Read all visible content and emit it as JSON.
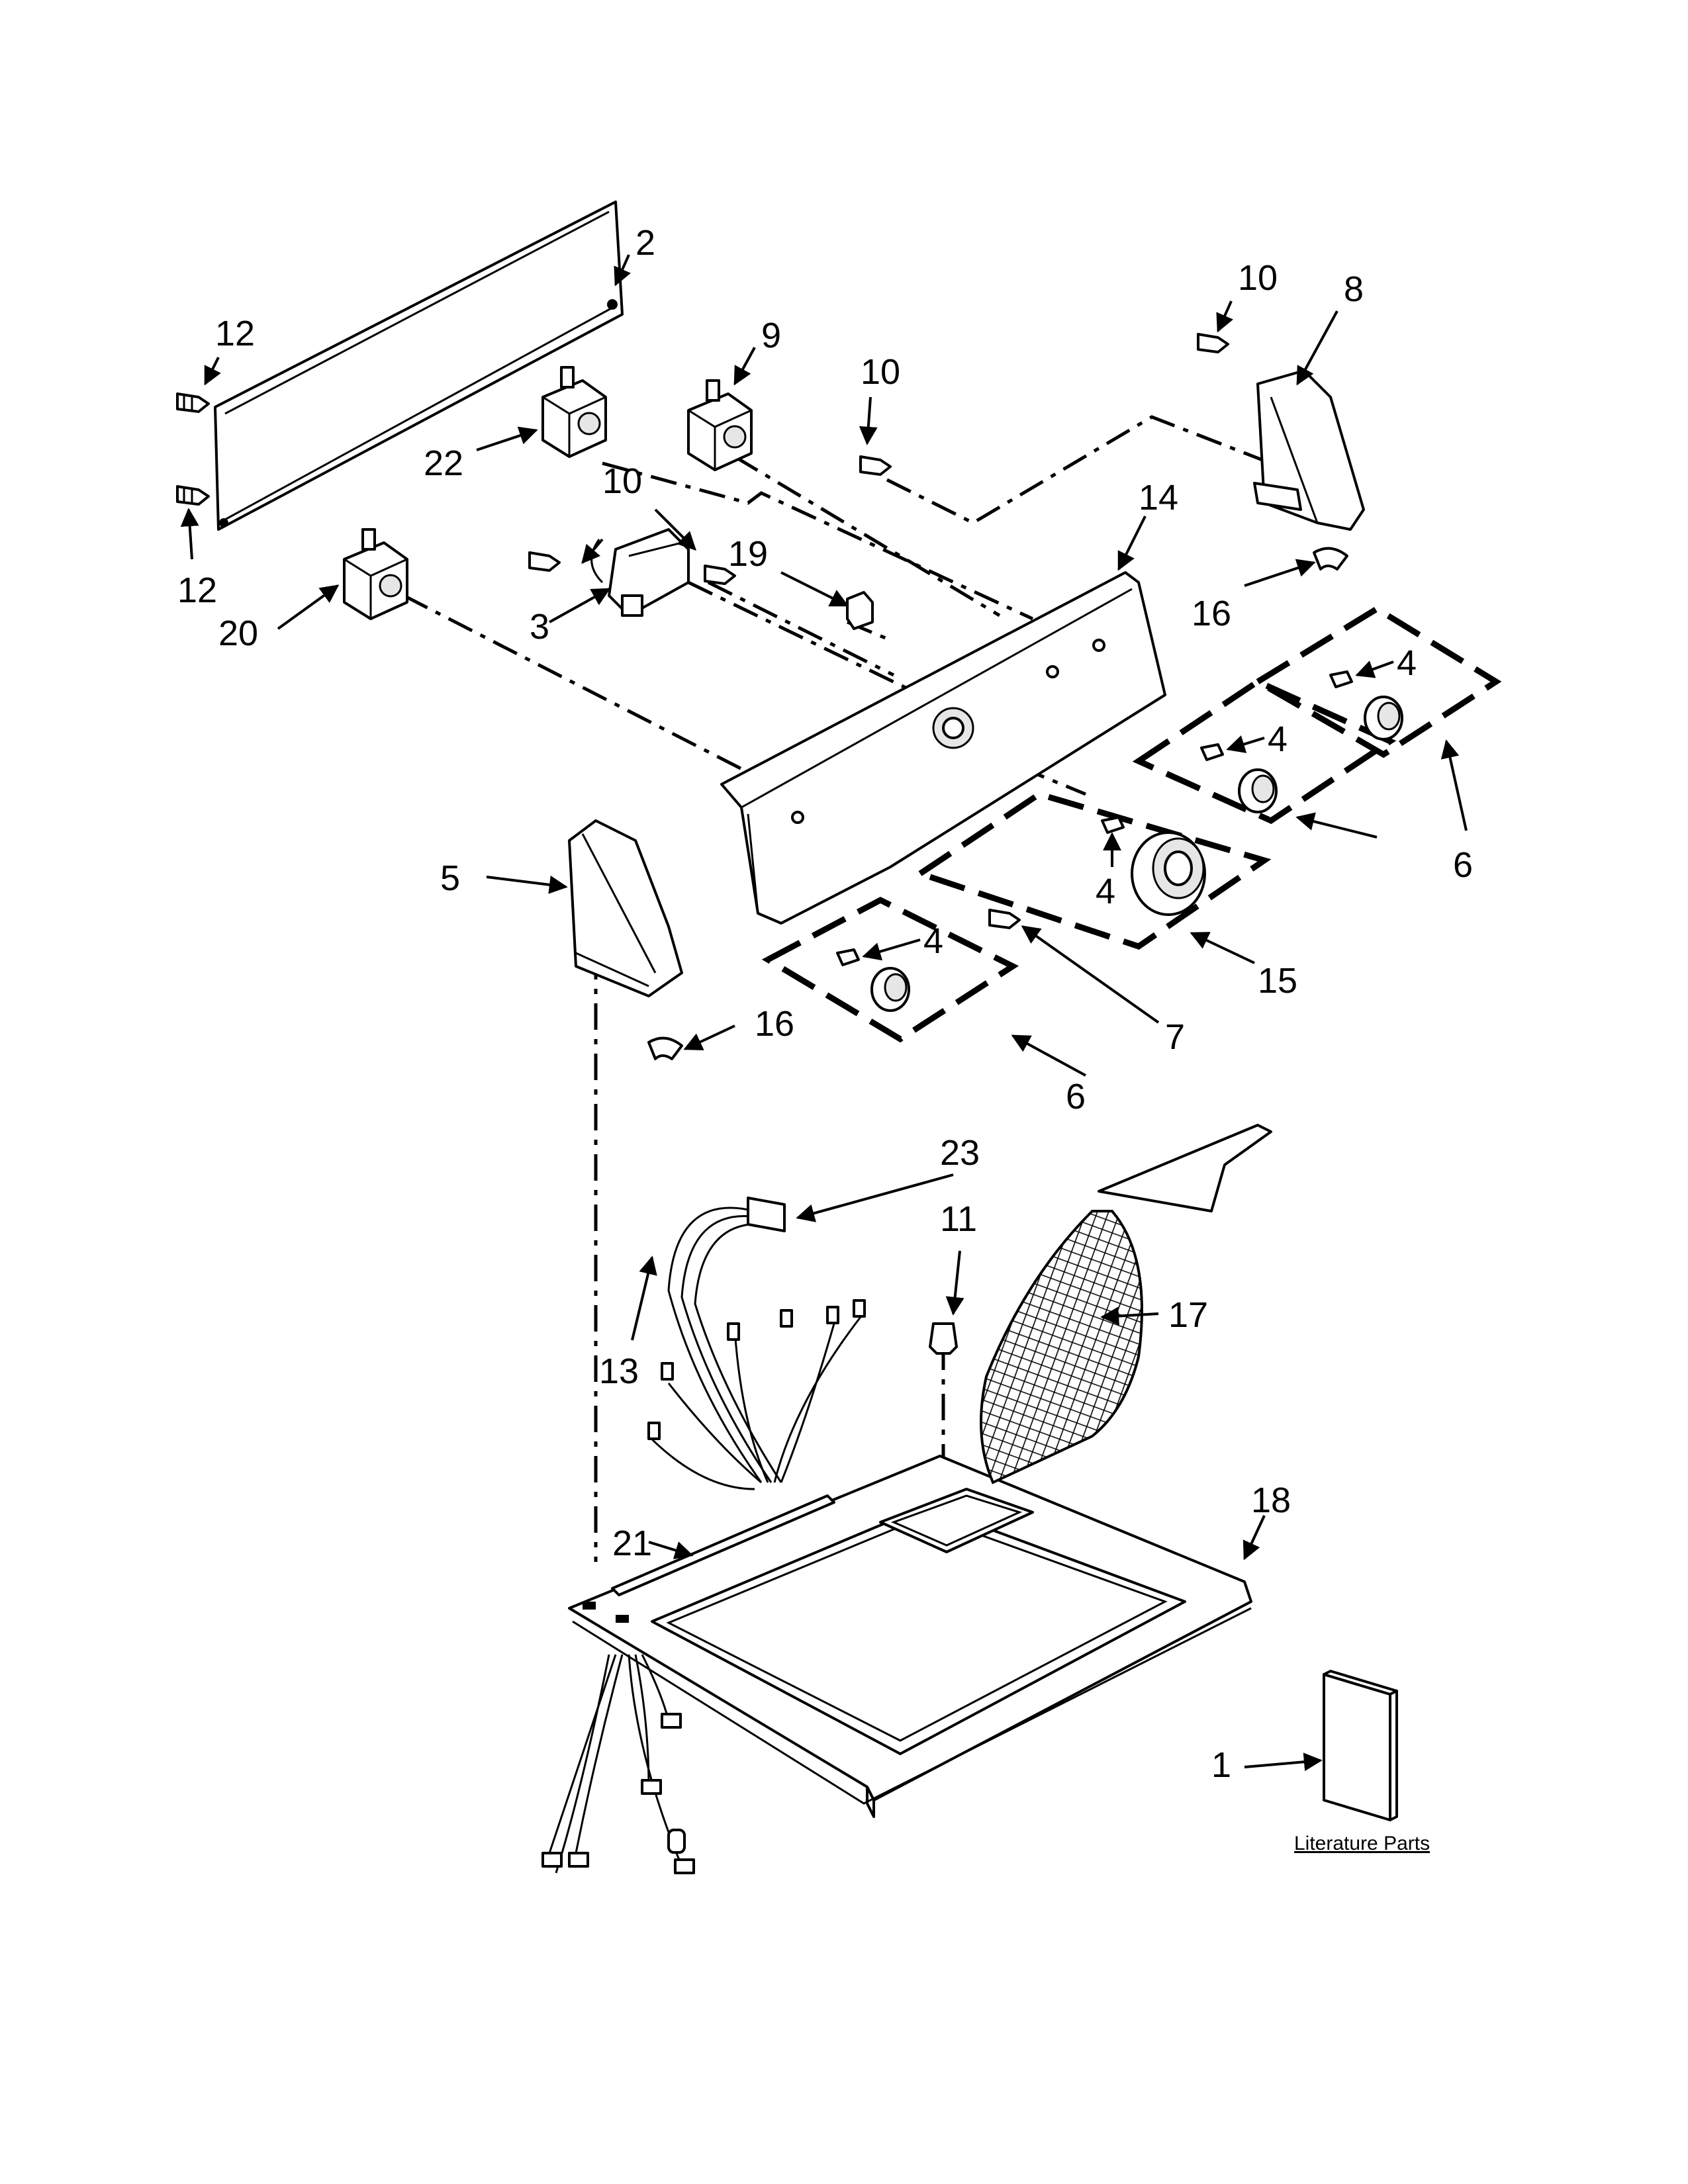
{
  "callouts": [
    {
      "id": "c1",
      "label": "1"
    },
    {
      "id": "c2",
      "label": "2"
    },
    {
      "id": "c3",
      "label": "3"
    },
    {
      "id": "c4a",
      "label": "4"
    },
    {
      "id": "c4b",
      "label": "4"
    },
    {
      "id": "c4c",
      "label": "4"
    },
    {
      "id": "c4d",
      "label": "4"
    },
    {
      "id": "c5",
      "label": "5"
    },
    {
      "id": "c6a",
      "label": "6"
    },
    {
      "id": "c6b",
      "label": "6"
    },
    {
      "id": "c7",
      "label": "7"
    },
    {
      "id": "c8",
      "label": "8"
    },
    {
      "id": "c9",
      "label": "9"
    },
    {
      "id": "c10a",
      "label": "10"
    },
    {
      "id": "c10b",
      "label": "10"
    },
    {
      "id": "c10c",
      "label": "10"
    },
    {
      "id": "c11",
      "label": "11"
    },
    {
      "id": "c12a",
      "label": "12"
    },
    {
      "id": "c12b",
      "label": "12"
    },
    {
      "id": "c13",
      "label": "13"
    },
    {
      "id": "c14",
      "label": "14"
    },
    {
      "id": "c15",
      "label": "15"
    },
    {
      "id": "c16a",
      "label": "16"
    },
    {
      "id": "c16b",
      "label": "16"
    },
    {
      "id": "c17",
      "label": "17"
    },
    {
      "id": "c18",
      "label": "18"
    },
    {
      "id": "c19",
      "label": "19"
    },
    {
      "id": "c20",
      "label": "20"
    },
    {
      "id": "c21",
      "label": "21"
    },
    {
      "id": "c22",
      "label": "22"
    },
    {
      "id": "c23",
      "label": "23"
    }
  ],
  "caption": "Literature Parts"
}
